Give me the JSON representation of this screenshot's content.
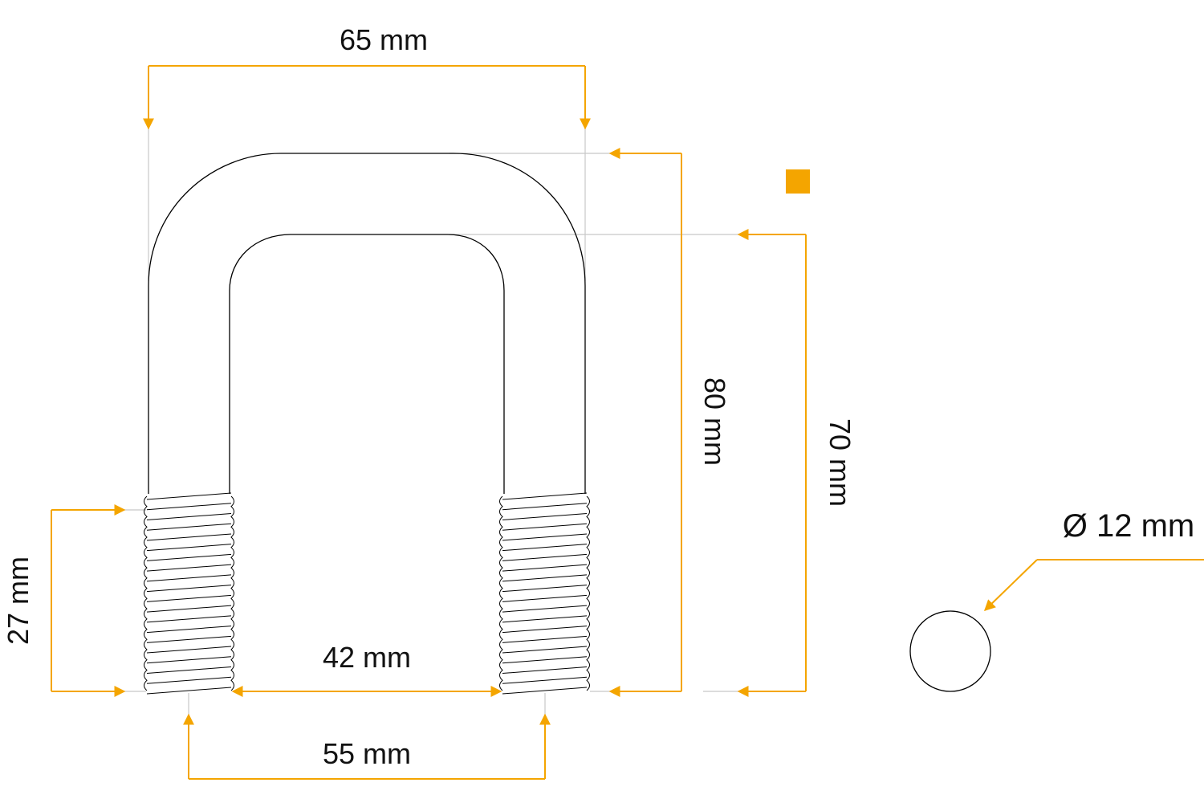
{
  "colors": {
    "accent": "#f4a500",
    "line": "#000000",
    "extension": "#c8c8c8"
  },
  "dimensions": {
    "outer_width": "65 mm",
    "total_height": "80 mm",
    "inner_height": "70 mm",
    "thread_length": "27 mm",
    "inner_width": "42 mm",
    "center_distance": "55 mm",
    "diameter": "Ø 12 mm"
  },
  "icons": {
    "marker": "square-marker-icon"
  }
}
